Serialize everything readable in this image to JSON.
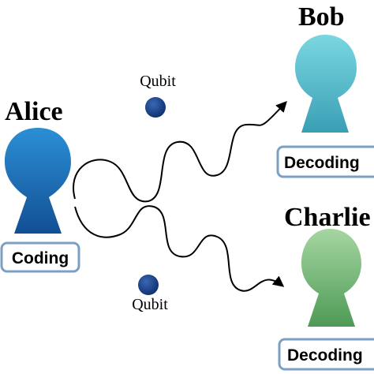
{
  "parties": {
    "alice": {
      "name": "Alice",
      "box_label": "Coding",
      "color_top": "#2b8fd6",
      "color_bottom": "#124f94"
    },
    "bob": {
      "name": "Bob",
      "box_label": "Decoding",
      "color_top": "#7ad7e0",
      "color_bottom": "#3a9fb5"
    },
    "charlie": {
      "name": "Charlie",
      "box_label": "Decoding",
      "color_top": "#a6d6a2",
      "color_bottom": "#4e9a55"
    }
  },
  "qubits": {
    "upper": {
      "label": "Qubit",
      "color": "#123f86"
    },
    "lower": {
      "label": "Qubit",
      "color": "#123f86"
    }
  },
  "box_border_color": "#7aa0c4"
}
